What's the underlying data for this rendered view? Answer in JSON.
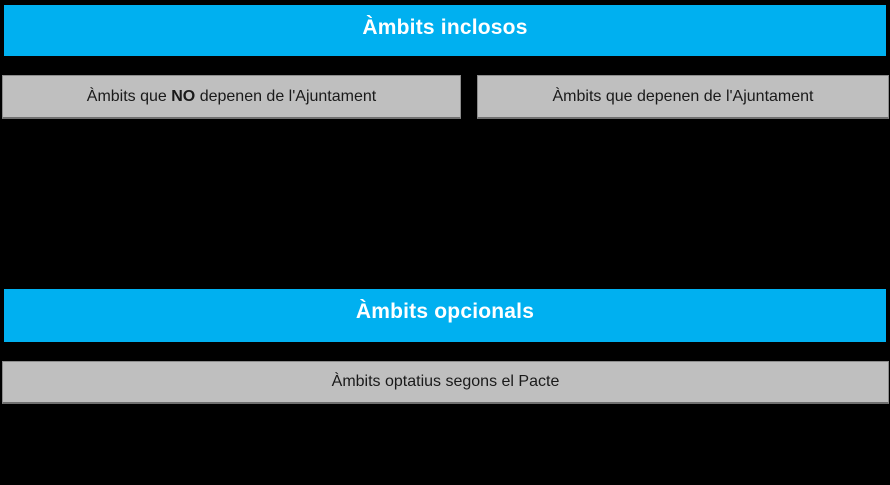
{
  "page": {
    "background_color": "#000000",
    "accent_blue": "#00B0F0",
    "bar_gray": "#BFBFBF",
    "header_text_color": "#FFFFFF",
    "bar_text_color": "#1A1A1A"
  },
  "sections": {
    "included": {
      "title": "Àmbits inclosos",
      "columns": [
        {
          "label_prefix": "Àmbits que ",
          "label_bold": "NO",
          "label_suffix": " depenen de l'Ajuntament"
        },
        {
          "label": "Àmbits que depenen de l'Ajuntament"
        }
      ]
    },
    "optional": {
      "title": "Àmbits opcionals",
      "bar_label": "Àmbits optatius segons el Pacte"
    }
  }
}
